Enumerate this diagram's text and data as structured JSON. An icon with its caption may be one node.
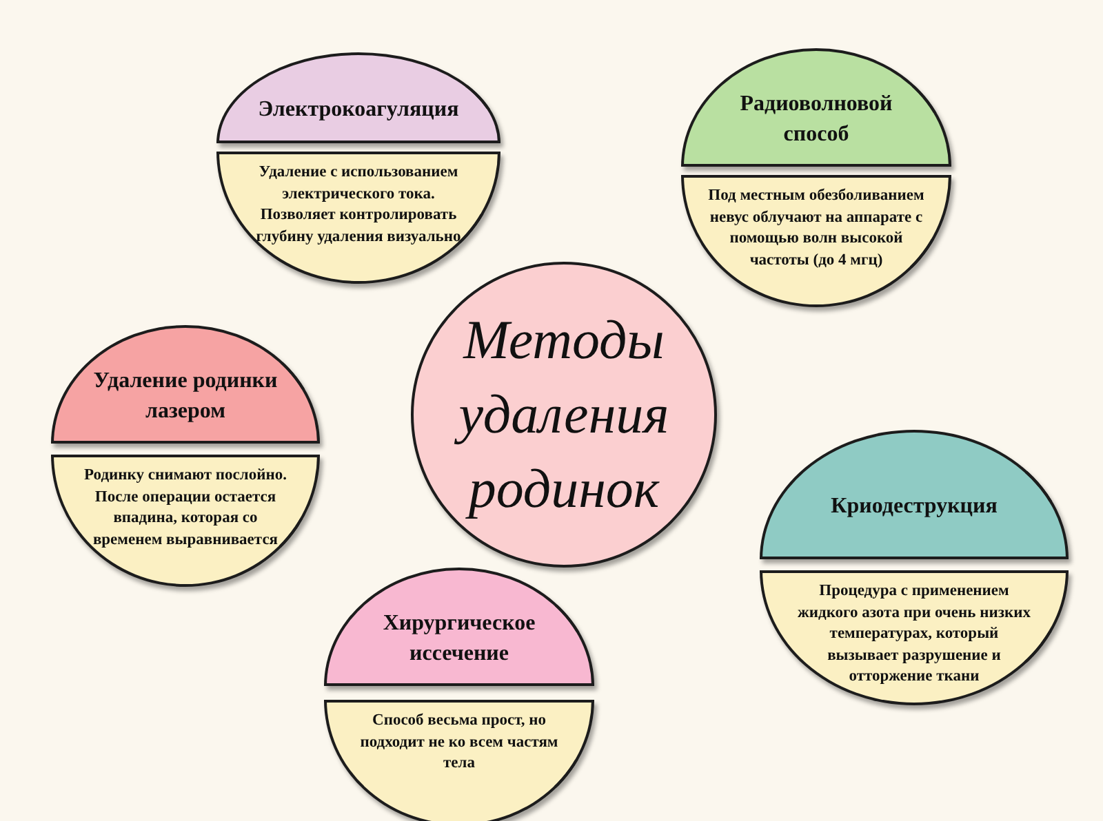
{
  "diagram": {
    "nodes": [
      {
        "text": [
          "Электрокоагуляция"
        ]
      },
      {
        "text": [
          "Удаление с использованием электрического тока. Позволяет контролировать глубину удаления визуально"
        ]
      },
      {
        "text": [
          "Радиоволновой способ"
        ]
      },
      {
        "text": [
          "Под местным обезболиванием невус облучают на аппарате с помощью волн высокой частоты (до 4 мгц)"
        ]
      },
      {
        "text": [
          "Методы удаления родинок"
        ]
      },
      {
        "text": [
          "Удаление родинки лазером"
        ]
      },
      {
        "text": [
          "Родинку снимают послойно. После операции остается впадина, которая со временем выравнивается"
        ]
      },
      {
        "text": [
          "Криодеструкция"
        ]
      },
      {
        "text": [
          "Процедура с применением жидкого азота при очень низких температурах, который вызывает разрушение и отторжение ткани"
        ]
      },
      {
        "text": [
          "Хирургическое иссечение"
        ]
      },
      {
        "text": [
          "Способ весьма прост, но подходит не ко всем частям тела"
        ]
      }
    ],
    "edges": []
  }
}
